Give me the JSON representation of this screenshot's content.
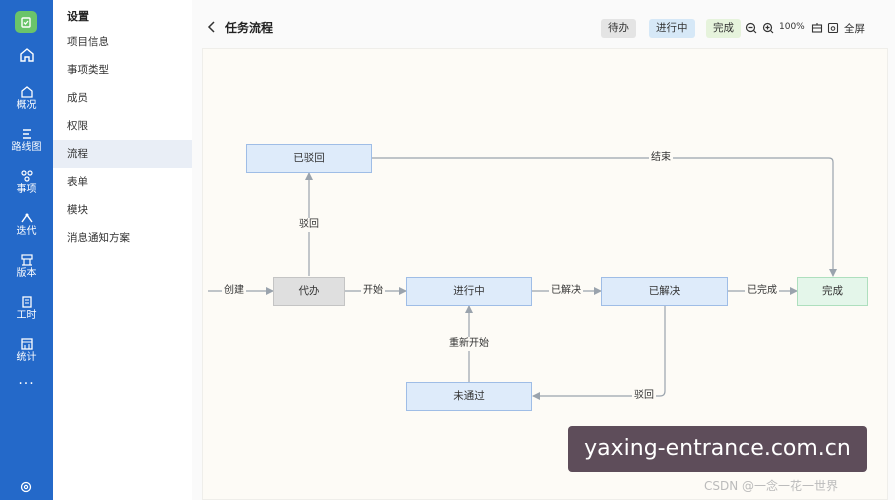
{
  "rail": {
    "items": [
      {
        "label": "概况",
        "icon": "home-icon"
      },
      {
        "label": "路线图",
        "icon": "roadmap-icon"
      },
      {
        "label": "事项",
        "icon": "item-icon"
      },
      {
        "label": "迭代",
        "icon": "iteration-icon"
      },
      {
        "label": "版本",
        "icon": "version-icon"
      },
      {
        "label": "工时",
        "icon": "worktime-icon"
      },
      {
        "label": "统计",
        "icon": "stats-icon"
      }
    ],
    "more": "···"
  },
  "sidebar": {
    "title": "设置",
    "items": [
      "项目信息",
      "事项类型",
      "成员",
      "权限",
      "流程",
      "表单",
      "模块",
      "消息通知方案"
    ],
    "active_index": 4
  },
  "header": {
    "title": "任务流程",
    "legend": [
      {
        "label": "待办",
        "color": "#e4e4e4"
      },
      {
        "label": "进行中",
        "color": "#d6e8f7"
      },
      {
        "label": "完成",
        "color": "#e6f3dc"
      }
    ],
    "zoom": "100%",
    "fullscreen": "全屏"
  },
  "flow": {
    "nodes": {
      "rejected": "已驳回",
      "todo": "代办",
      "in_progress": "进行中",
      "resolved": "已解决",
      "done": "完成",
      "not_passed": "未通过"
    },
    "edges": {
      "create": "创建",
      "start": "开始",
      "resolve": "已解决",
      "complete": "已完成",
      "reject_up": "驳回",
      "end": "结束",
      "restart": "重新开始",
      "reject_back": "驳回"
    }
  },
  "watermark": "yaxing-entrance.com.cn",
  "credit": "CSDN @一念一花一世界"
}
